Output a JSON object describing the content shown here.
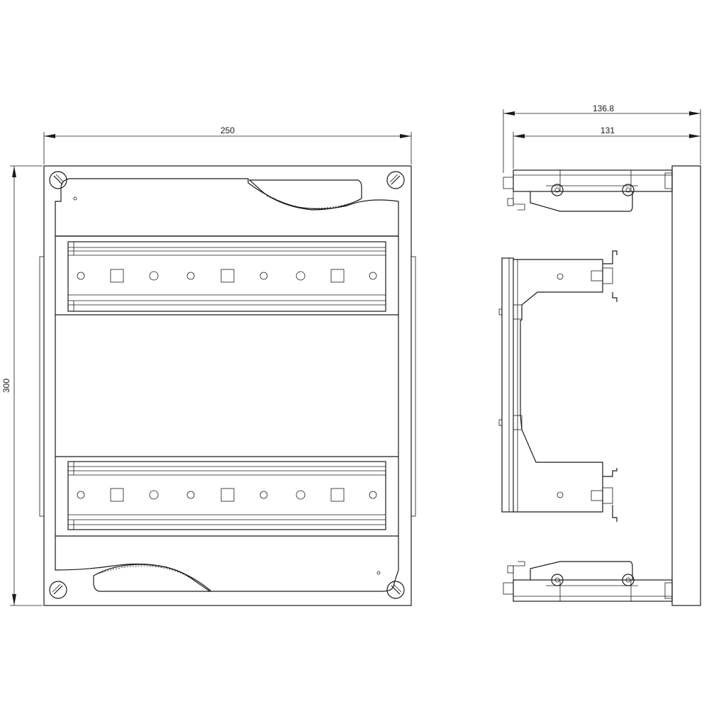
{
  "drawing": {
    "dimensions": {
      "width": "250",
      "height": "300",
      "overall_depth": "136.8",
      "depth": "131"
    }
  }
}
